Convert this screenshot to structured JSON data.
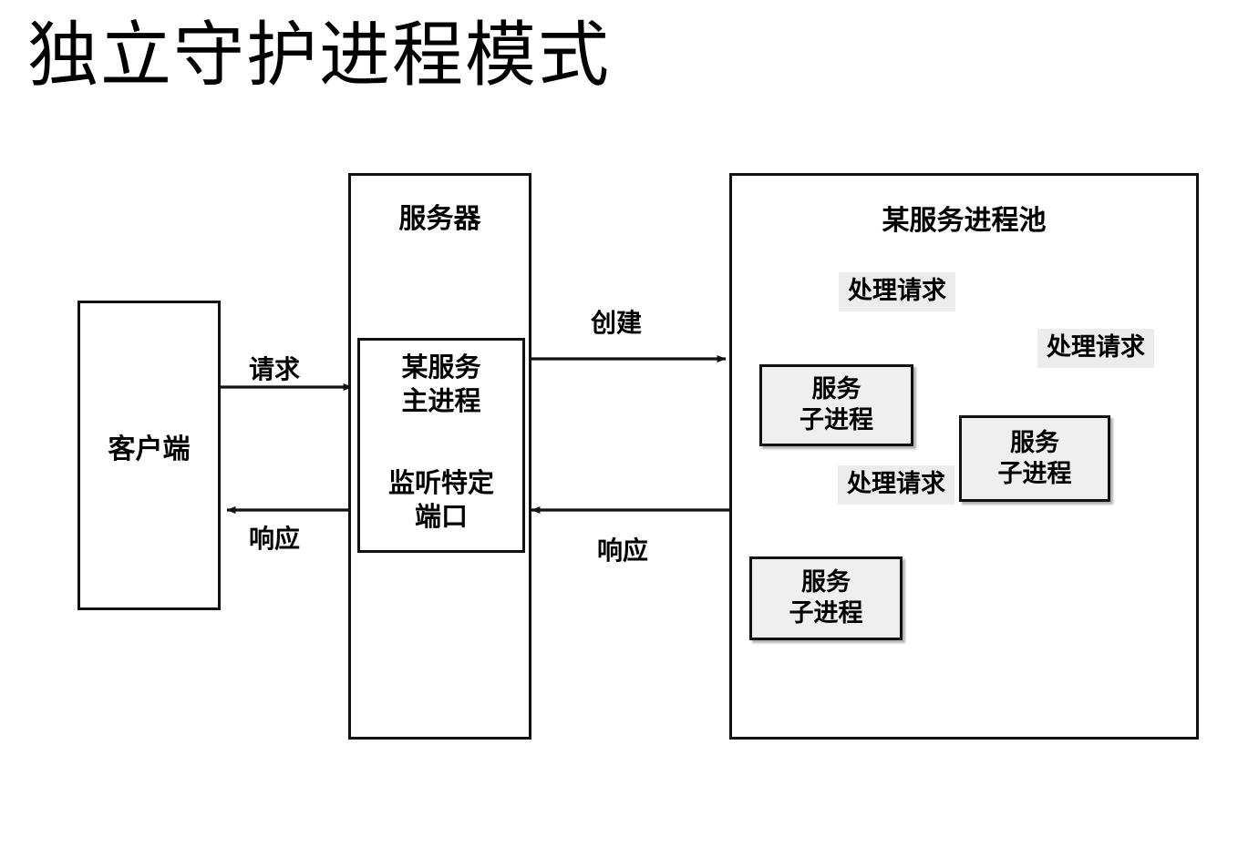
{
  "title": "独立守护进程模式",
  "diagram": {
    "type": "flow-diagram",
    "nodes": {
      "client": {
        "label": "客户端"
      },
      "server": {
        "label": "服务器"
      },
      "main_process": {
        "label": "某服务\n主进程"
      },
      "main_process_port": {
        "label": "监听特定\n端口"
      },
      "pool": {
        "label": "某服务进程池"
      },
      "child1": {
        "label": "服务\n子进程"
      },
      "child2": {
        "label": "服务\n子进程"
      },
      "child3": {
        "label": "服务\n子进程"
      }
    },
    "chips": {
      "handle1": "处理请求",
      "handle2": "处理请求",
      "handle3": "处理请求"
    },
    "edges": {
      "request": "请求",
      "response_client": "响应",
      "create": "创建",
      "response_pool": "响应"
    },
    "colors": {
      "stroke": "#111111",
      "page_bg": "#ffffff",
      "proc_fill": "#efefef",
      "chip_bg": "#ececec",
      "text": "#000000"
    }
  }
}
